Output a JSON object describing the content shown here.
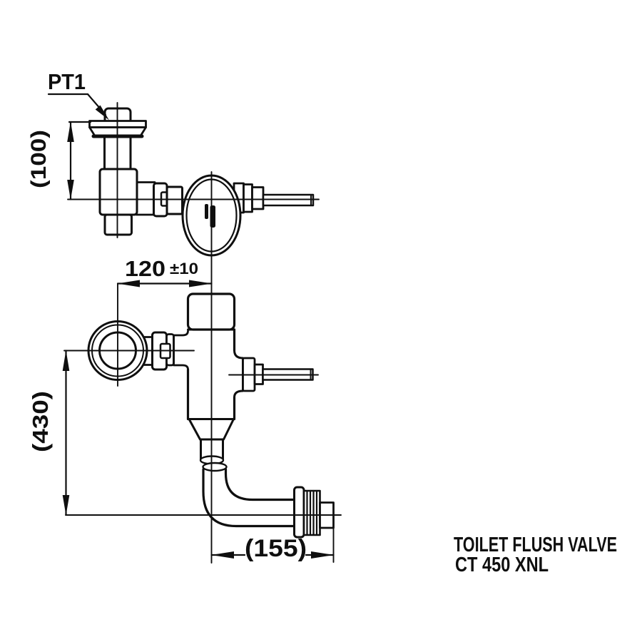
{
  "drawing": {
    "labels": {
      "pt1": "PT1",
      "dim_inlet_height": "(100)",
      "dim_offset": "120",
      "dim_offset_tolerance": "±10",
      "dim_overall_height": "(430)",
      "dim_outlet_depth": "(155)"
    },
    "title": {
      "line1": "TOILET FLUSH VALVE",
      "line2": "CT 450 XNL"
    },
    "colors": {
      "line": "#0f0f0f",
      "background": "#ffffff"
    }
  }
}
